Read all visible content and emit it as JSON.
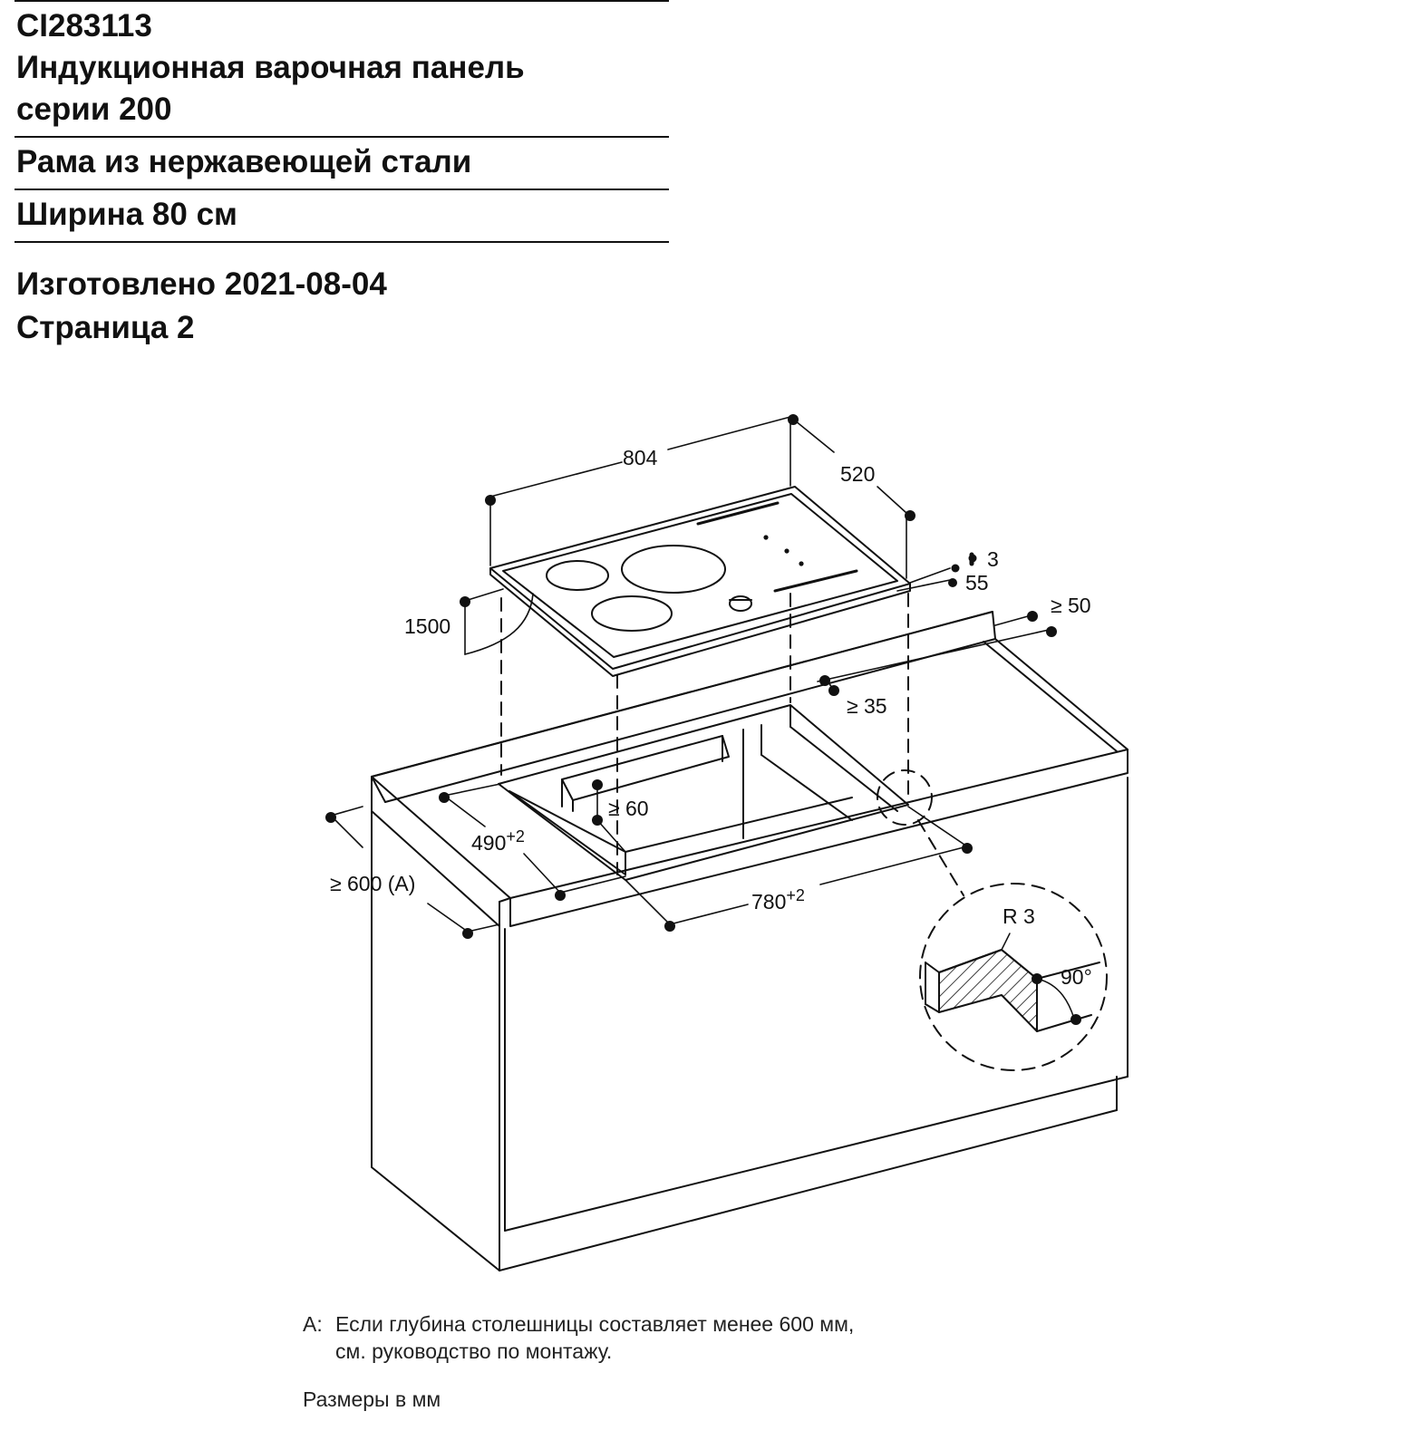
{
  "header": {
    "model": "CI283113",
    "product_line1": "Индукционная варочная панель",
    "product_line2": "серии 200",
    "frame": "Рама из нержавеющей стали",
    "width": "Ширина 80 см",
    "manufactured": "Изготовлено 2021-08-04",
    "page": "Страница 2"
  },
  "diagram": {
    "dims": {
      "width_804": "804",
      "depth_520": "520",
      "thick_3": "3",
      "height_55": "55",
      "cable_1500": "1500",
      "back_50": "≥ 50",
      "side_35": "≥ 35",
      "front_60": "≥ 60",
      "cutout_depth": "490",
      "cutout_depth_tol": "+2",
      "cutout_width": "780",
      "cutout_width_tol": "+2",
      "counter_depth": "≥ 600 (A)"
    },
    "detail": {
      "radius": "R 3",
      "angle": "90°"
    }
  },
  "notes": {
    "key": "A:",
    "line1": "Если глубина столешницы составляет менее 600 мм,",
    "line2": "см. руководство по монтажу.",
    "units": "Размеры в мм"
  }
}
